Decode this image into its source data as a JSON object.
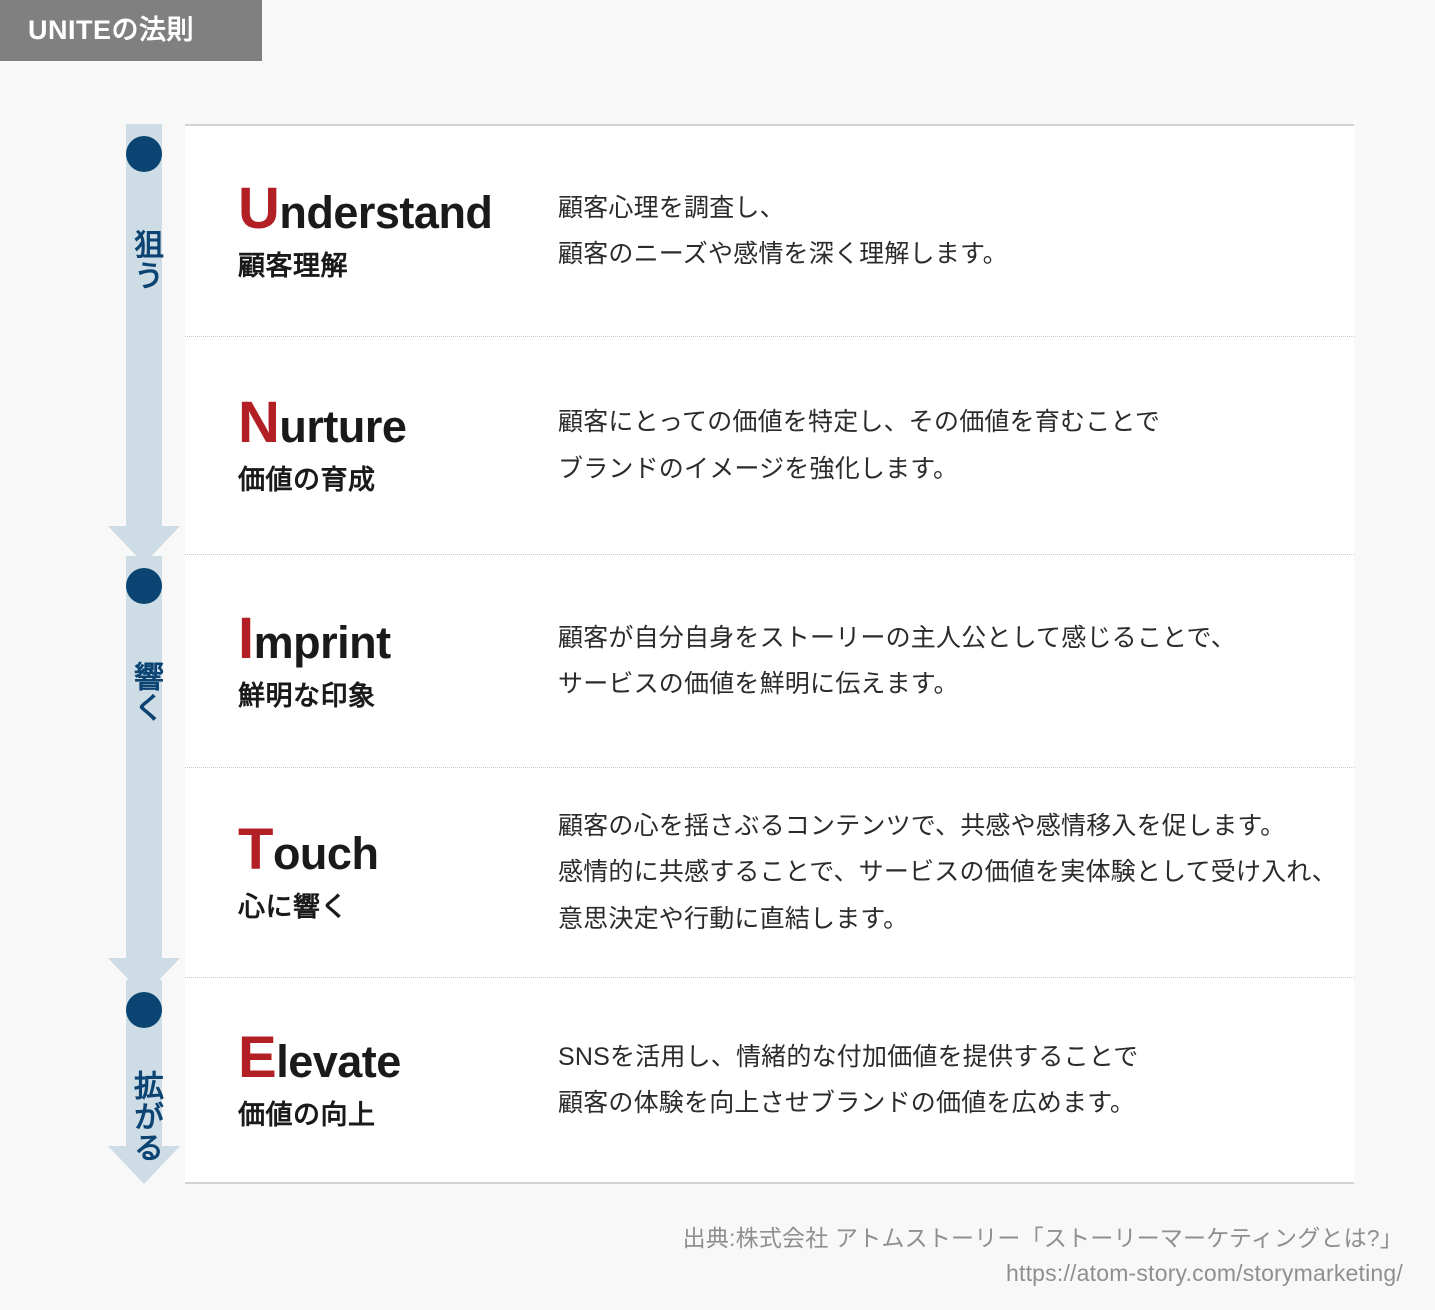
{
  "header": {
    "badge_title": "UNITEの法則"
  },
  "stages": [
    {
      "label": "狙う",
      "icon": "circle-marker"
    },
    {
      "label": "響く",
      "icon": "circle-marker"
    },
    {
      "label": "拡がる",
      "icon": "circle-marker"
    }
  ],
  "principles": [
    {
      "initial": "U",
      "rest": "nderstand",
      "term_ja": "顧客理解",
      "description": [
        "顧客心理を調査し、",
        "顧客のニーズや感情を深く理解します。"
      ]
    },
    {
      "initial": "N",
      "rest": "urture",
      "term_ja": "価値の育成",
      "description": [
        "顧客にとっての価値を特定し、その価値を育むことで",
        "ブランドのイメージを強化します。"
      ]
    },
    {
      "initial": "I",
      "rest": "mprint",
      "term_ja": "鮮明な印象",
      "description": [
        "顧客が自分自身をストーリーの主人公として感じることで、",
        "サービスの価値を鮮明に伝えます。"
      ]
    },
    {
      "initial": "T",
      "rest": "ouch",
      "term_ja": "心に響く",
      "description": [
        "顧客の心を揺さぶるコンテンツで、共感や感情移入を促します。",
        "感情的に共感することで、サービスの価値を実体験として受け入れ、",
        "意思決定や行動に直結します。"
      ]
    },
    {
      "initial": "E",
      "rest": "levate",
      "term_ja": "価値の向上",
      "description": [
        "SNSを活用し、情緒的な付加価値を提供することで",
        "顧客の体験を向上させブランドの価値を広めます。"
      ]
    }
  ],
  "footer": {
    "source": "出典:株式会社 アトムストーリー「ストーリーマーケティングとは?」",
    "url": "https://atom-story.com/storymarketing/"
  },
  "colors": {
    "accent_red": "#b22025",
    "navy": "#0b4472",
    "arrow_blue": "#cedce6",
    "badge_gray": "#808080",
    "page_bg": "#f8f8f8",
    "card_bg": "#ffffff"
  }
}
